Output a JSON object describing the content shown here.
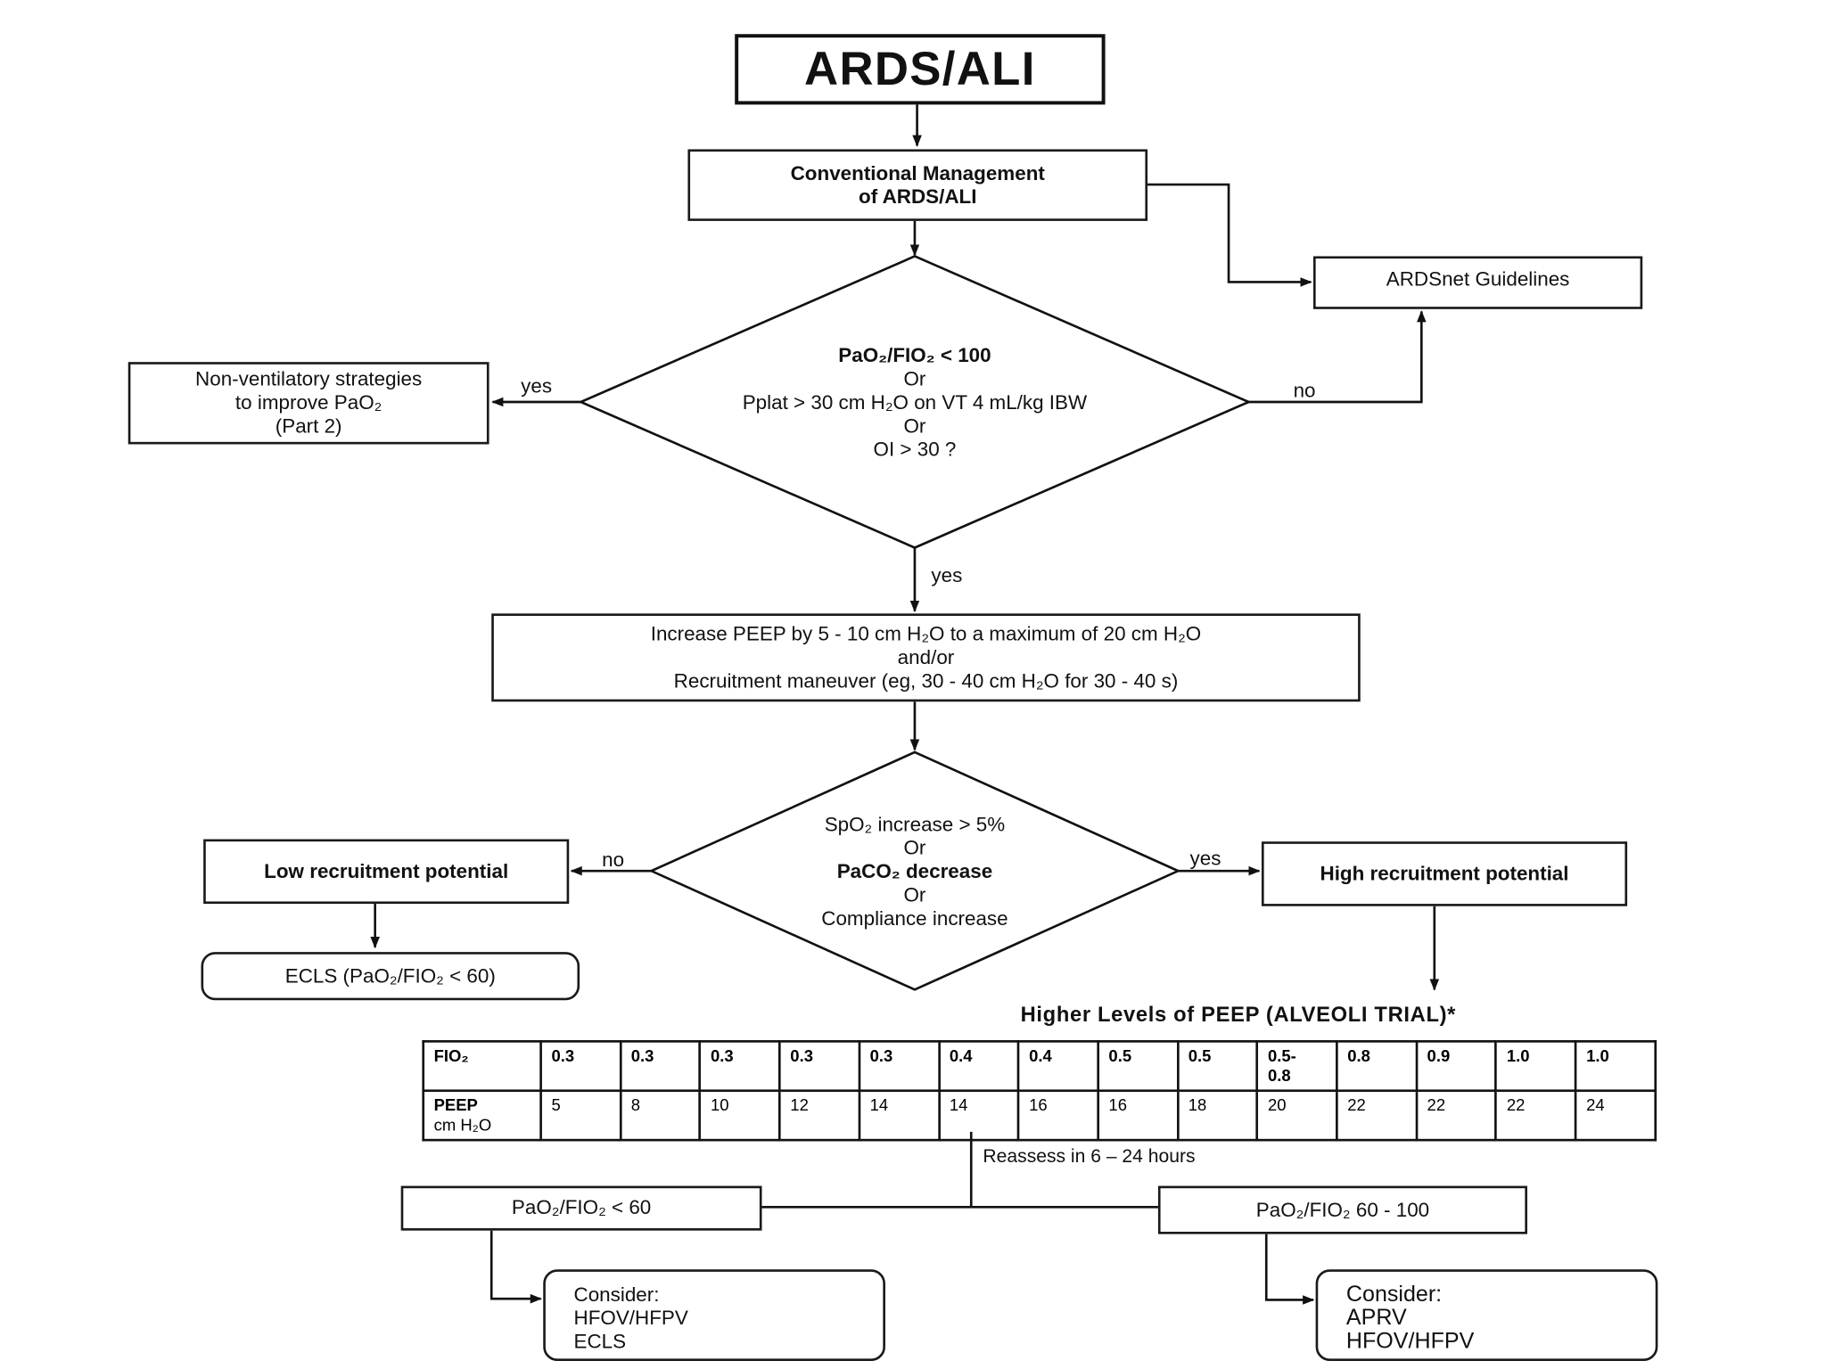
{
  "title": "ARDS/ALI",
  "conventional": [
    "Conventional Management",
    "of ARDS/ALI"
  ],
  "ardsnet": "ARDSnet Guidelines",
  "non_vent": [
    "Non-ventilatory strategies",
    "to improve PaO₂",
    "(Part 2)"
  ],
  "decision1": {
    "lines": [
      "PaO₂/FIO₂ < 100",
      "Or",
      "Pplat > 30 cm H₂O on VT 4 mL/kg IBW",
      "Or",
      "OI > 30 ?"
    ],
    "yes_left": "yes",
    "no_right": "no",
    "yes_down": "yes"
  },
  "peep_box": [
    "Increase PEEP  by 5 - 10 cm H₂O to a maximum of  20 cm H₂O",
    "and/or",
    "Recruitment maneuver (eg, 30 - 40 cm H₂O for 30 - 40 s)"
  ],
  "decision2": {
    "lines": [
      "SpO₂ increase > 5%",
      "Or",
      "PaCO₂ decrease",
      "Or",
      "Compliance increase"
    ],
    "no_left": "no",
    "yes_right": "yes"
  },
  "low_recruit": "Low recruitment potential",
  "high_recruit": "High recruitment potential",
  "ecls": "ECLS (PaO₂/FIO₂ < 60)",
  "table_title": "Higher Levels of PEEP (ALVEOLI TRIAL)*",
  "table": {
    "fio2_label": "FIO₂",
    "peep_label": [
      "PEEP",
      "cm H₂O"
    ],
    "fio2": [
      "0.3",
      "0.3",
      "0.3",
      "0.3",
      "0.3",
      "0.4",
      "0.4",
      "0.5",
      "0.5",
      "0.5-\n0.8",
      "0.8",
      "0.9",
      "1.0",
      "1.0"
    ],
    "peep": [
      "5",
      "8",
      "10",
      "12",
      "14",
      "14",
      "16",
      "16",
      "18",
      "20",
      "22",
      "22",
      "22",
      "24"
    ]
  },
  "reassess": "Reassess in 6 – 24 hours",
  "low_ratio": "PaO₂/FIO₂ < 60",
  "mid_ratio": "PaO₂/FIO₂ 60 - 100",
  "consider_left": [
    "Consider:",
    "HFOV/HFPV",
    "ECLS"
  ],
  "consider_right": [
    "Consider:",
    "APRV",
    "HFOV/HFPV"
  ]
}
